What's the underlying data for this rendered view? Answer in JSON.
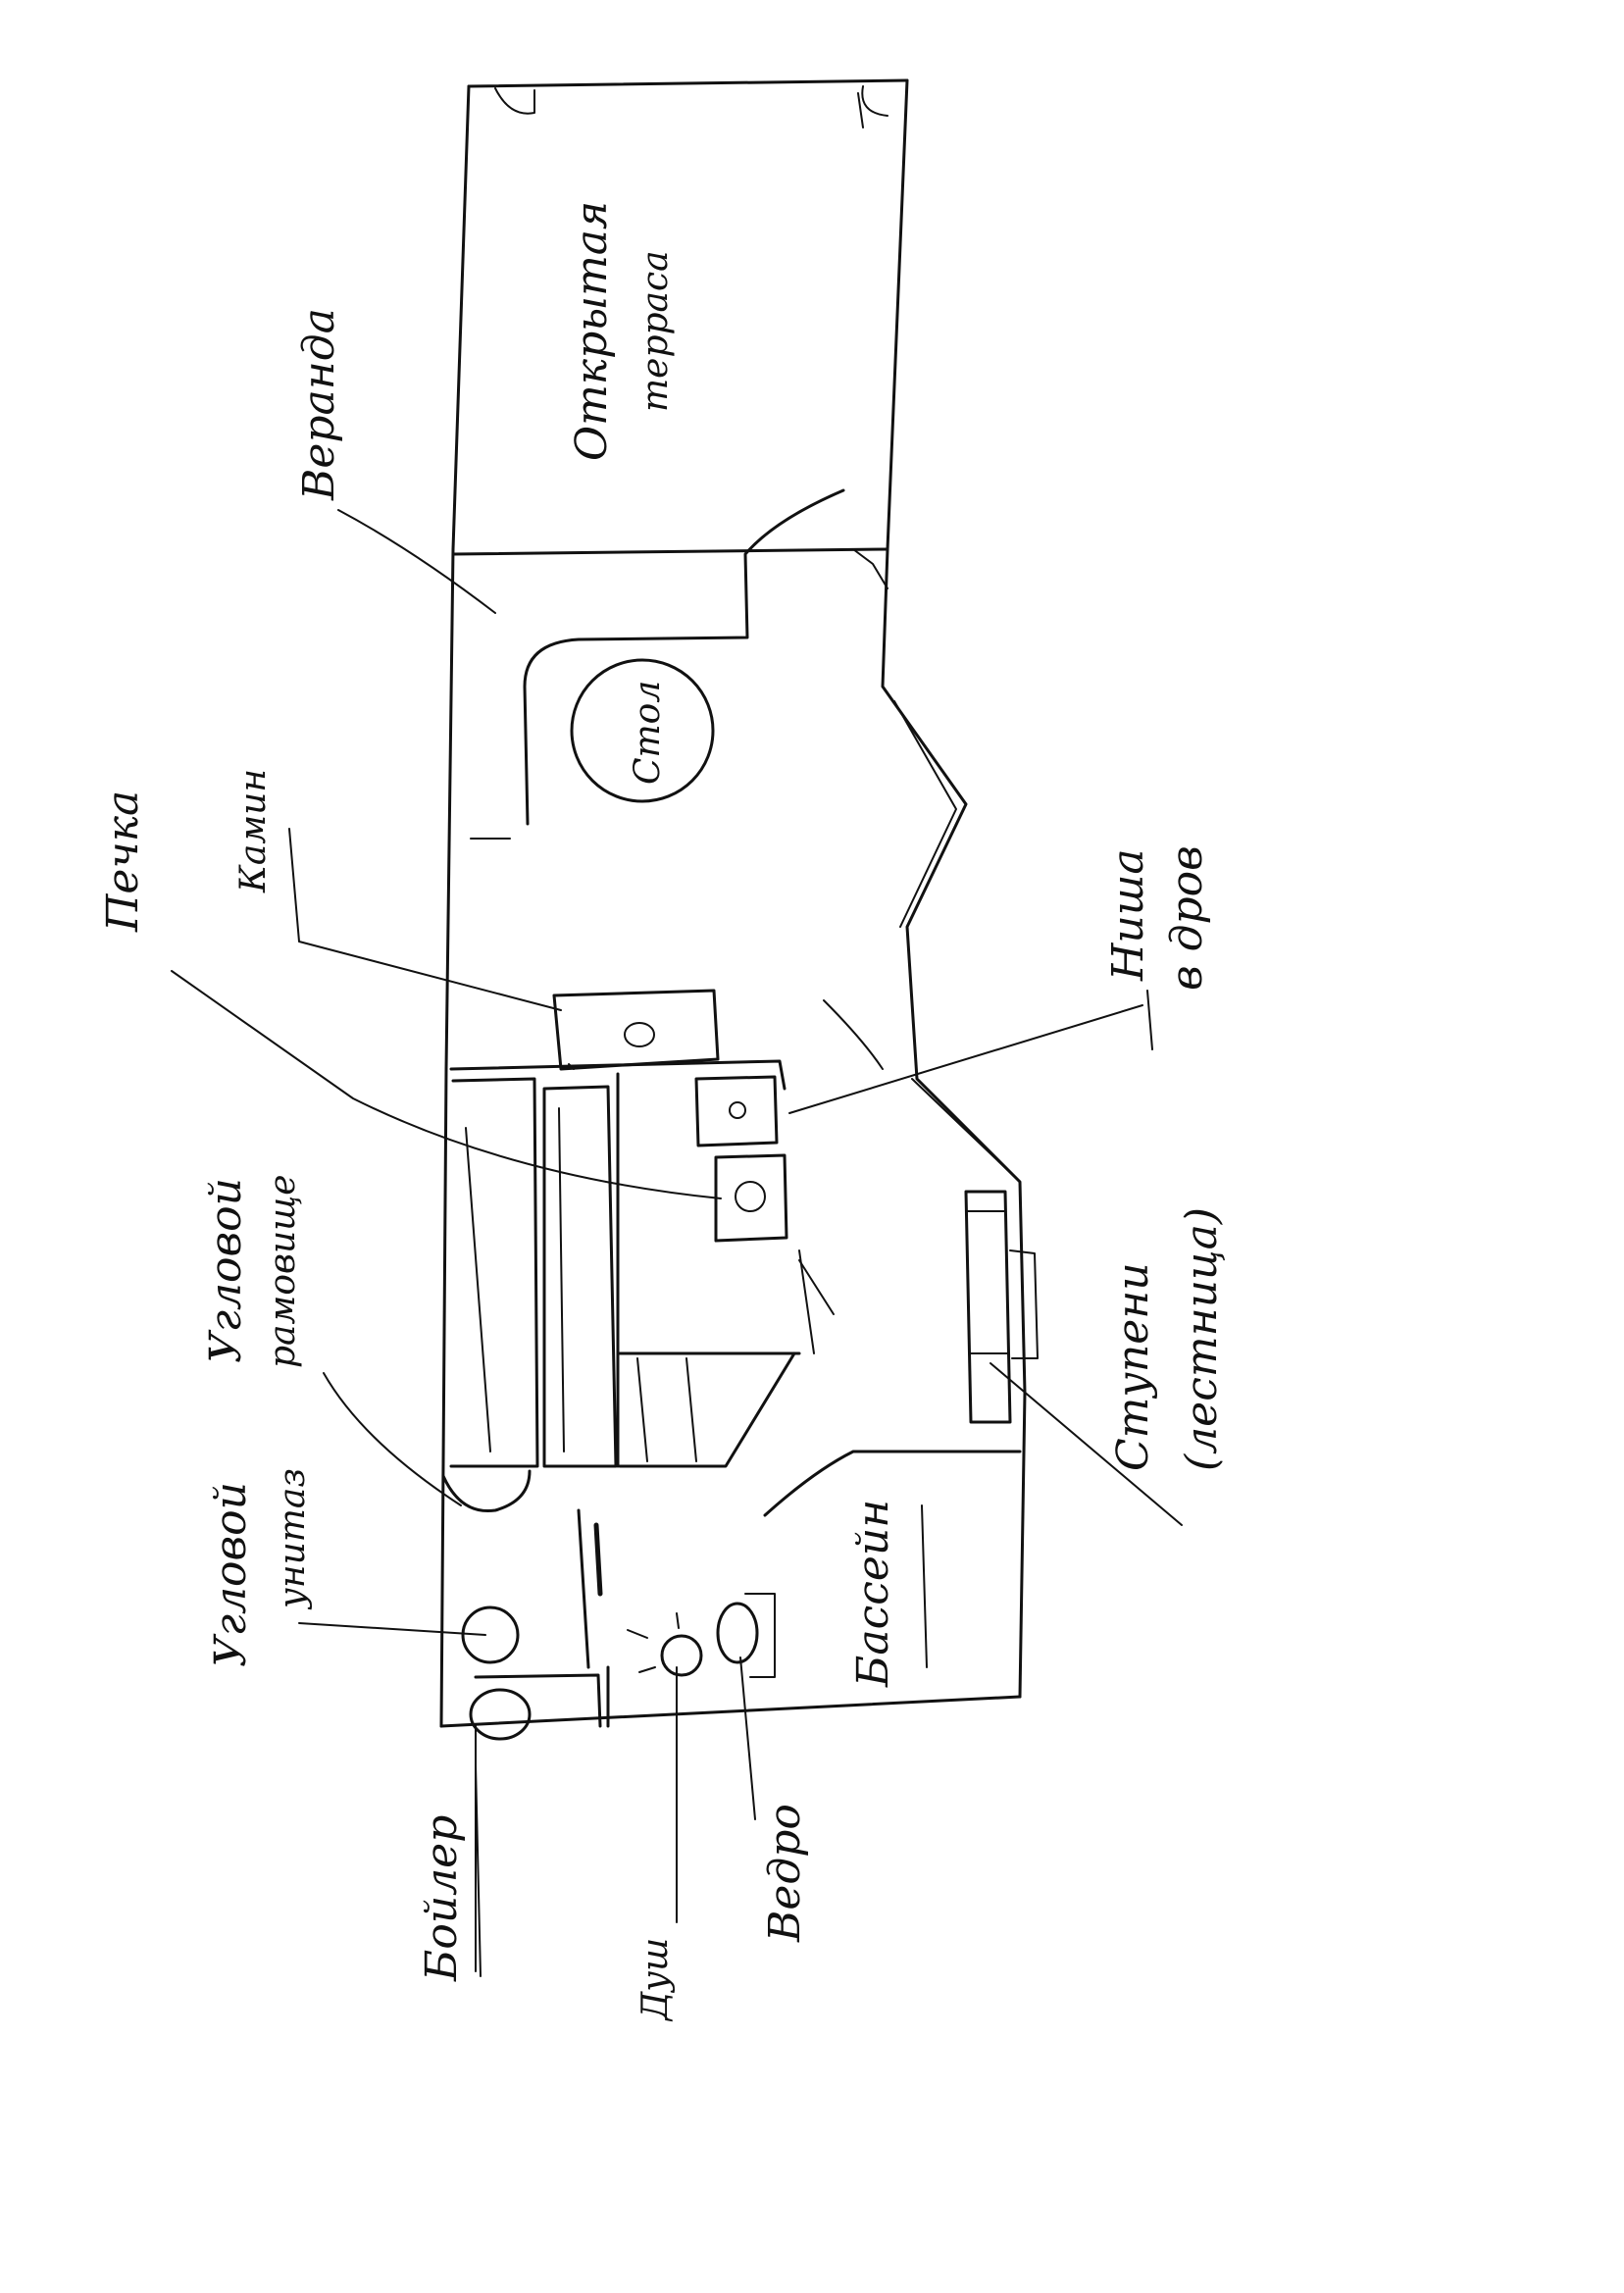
{
  "labels": {
    "veranda": "Веранда",
    "open_terrace_line1": "Открытая",
    "open_terrace_line2": "терраса",
    "table": "Стол",
    "fireplace": "Камин",
    "stove": "Печка",
    "niche_line1": "Ниша",
    "niche_line2": "в дров",
    "corner_couch_line1": "Угловой",
    "corner_couch_line2": "рамовище",
    "corner_toilet_line1": "Угловой",
    "corner_toilet_line2": "унитаз",
    "steps_line1": "Ступени",
    "steps_line2": "(лестница)",
    "pool": "Бассейн",
    "boiler": "Бойлер",
    "shower": "Душ",
    "bucket": "Ведро"
  }
}
